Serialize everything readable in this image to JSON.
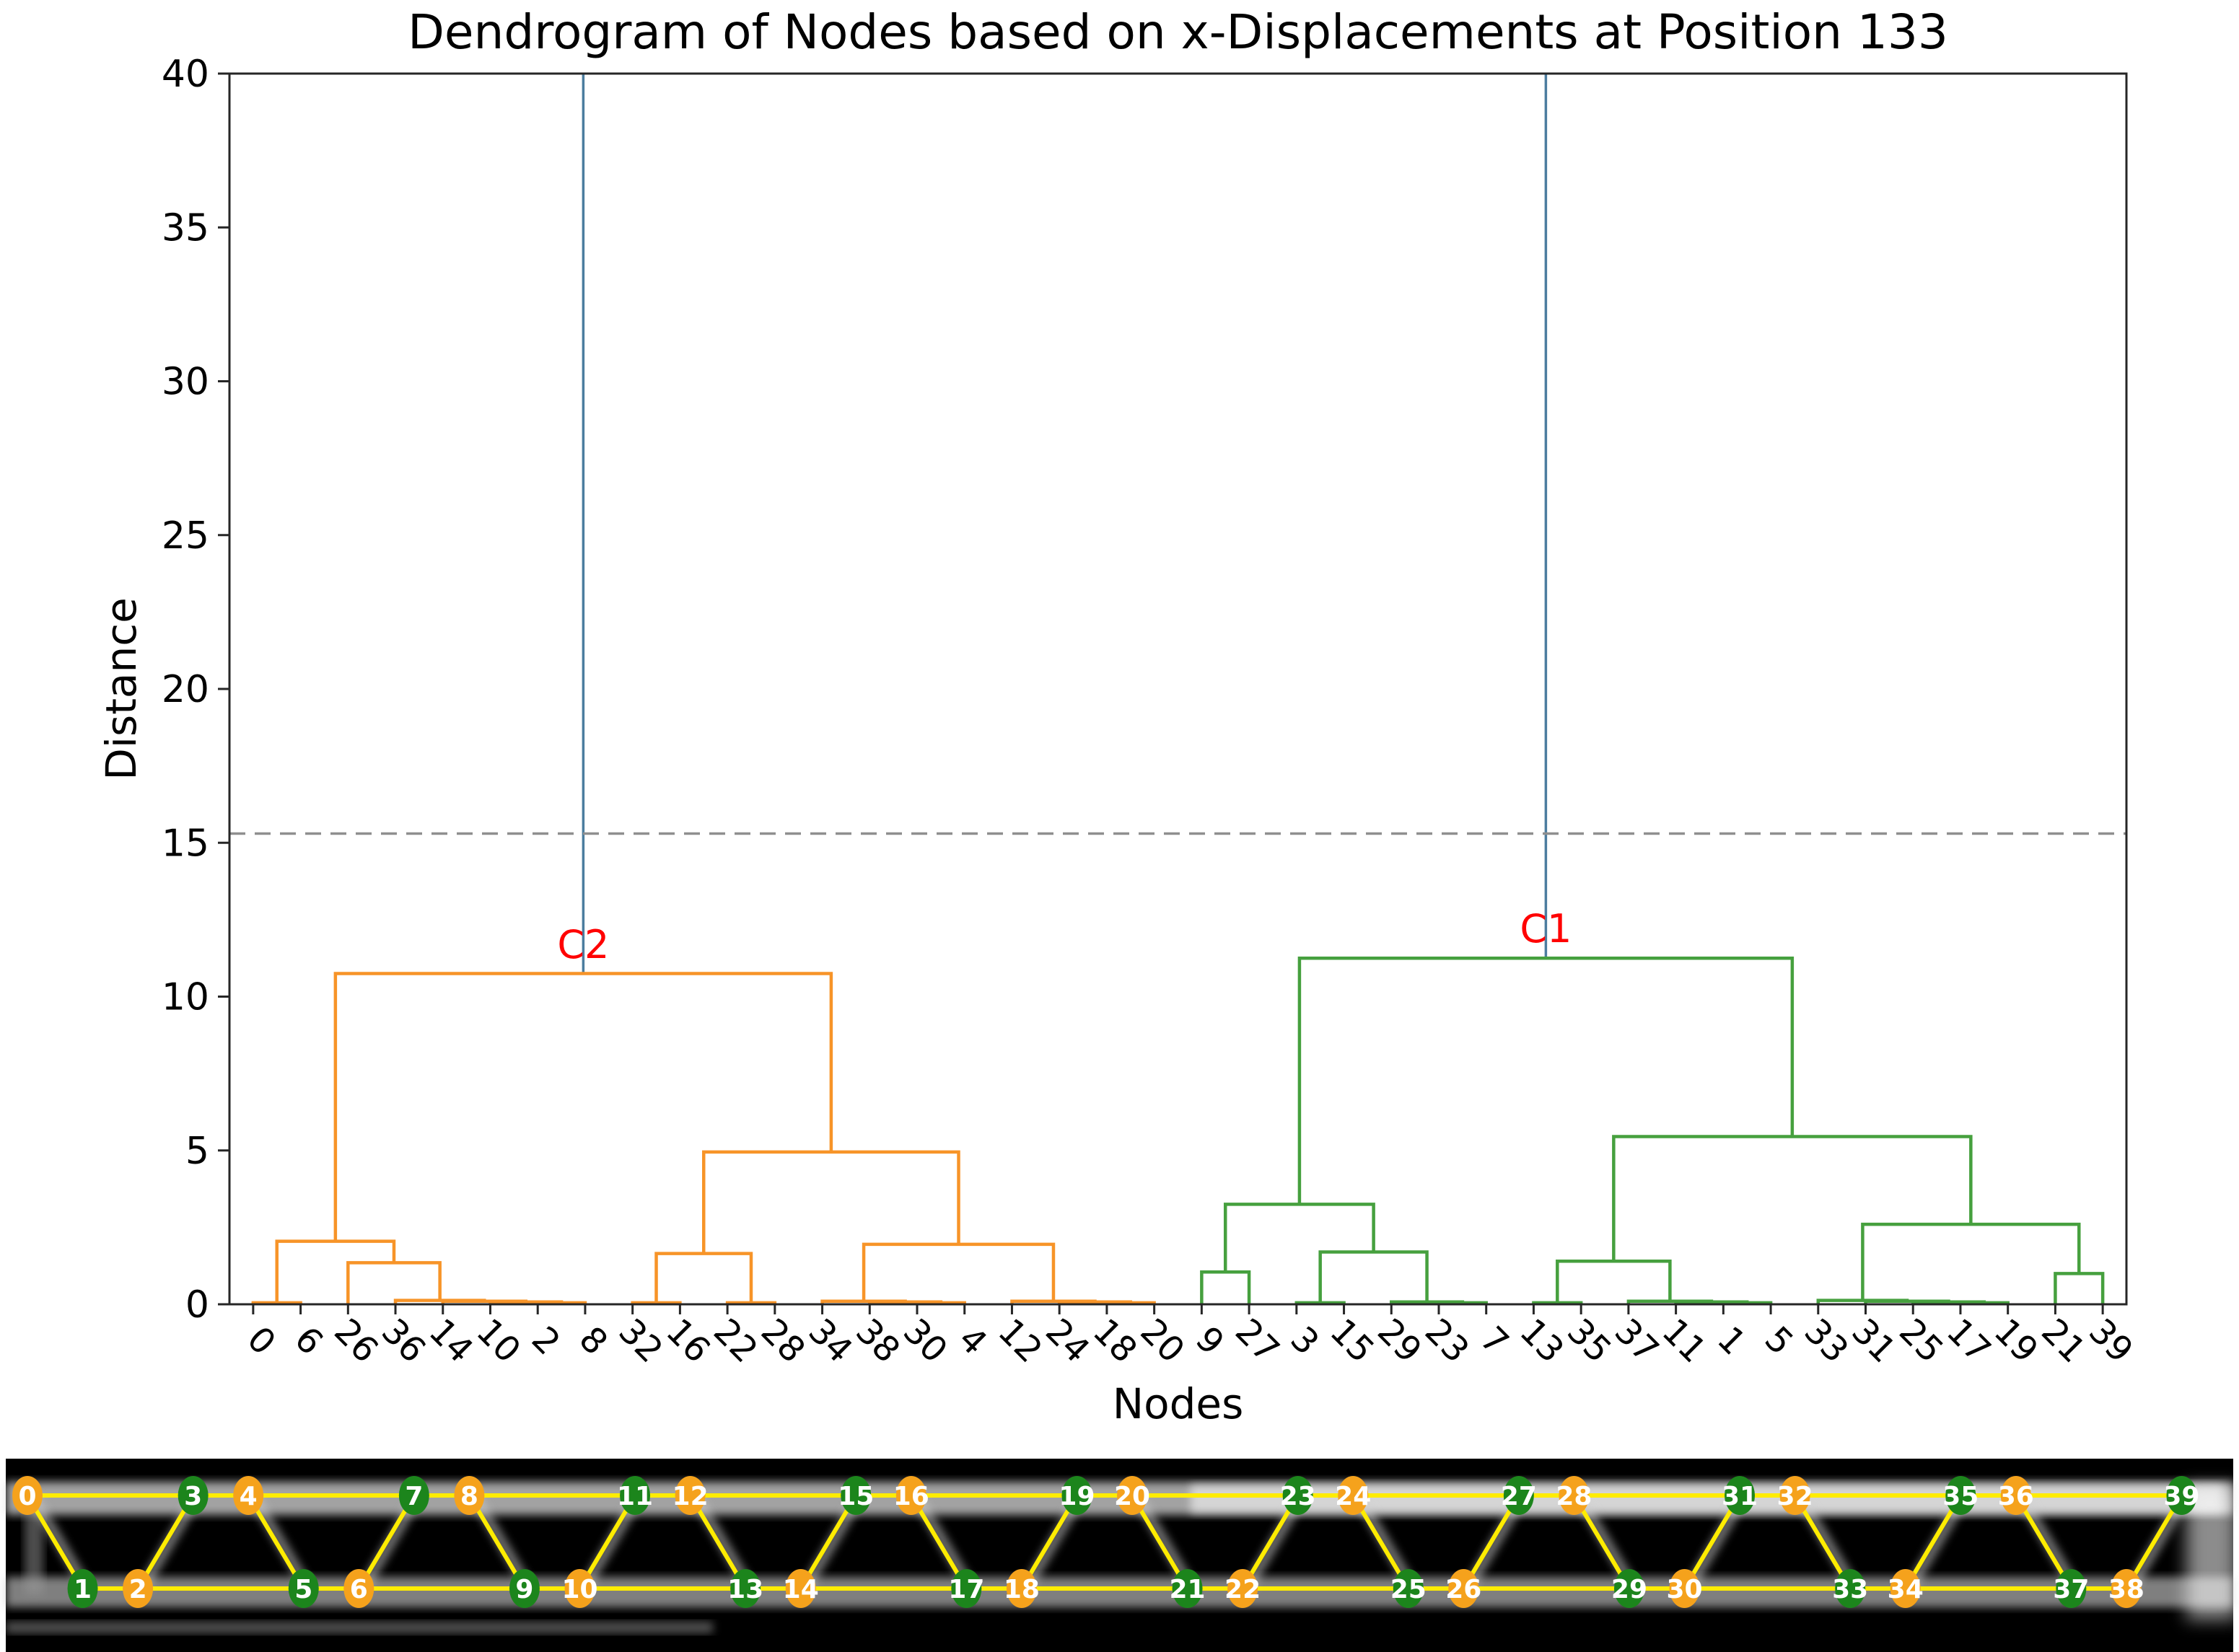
{
  "chart_data": {
    "type": "dendrogram",
    "title": "Dendrogram of Nodes based on x-Displacements at Position 133",
    "xlabel": "Nodes",
    "ylabel": "Distance",
    "ylim": [
      0,
      40
    ],
    "y_ticks": [
      "0",
      "5",
      "10",
      "15",
      "20",
      "25",
      "30",
      "35",
      "40"
    ],
    "grid": "off",
    "threshold_line": {
      "value": 15.3,
      "style": "dashed",
      "color": "#8f8f8f"
    },
    "above_threshold_color": "#4c7d9f",
    "leaves_order": [
      "0",
      "6",
      "26",
      "36",
      "14",
      "10",
      "2",
      "8",
      "32",
      "16",
      "22",
      "28",
      "34",
      "38",
      "30",
      "4",
      "12",
      "24",
      "18",
      "20",
      "9",
      "27",
      "3",
      "15",
      "29",
      "23",
      "7",
      "13",
      "35",
      "37",
      "11",
      "1",
      "5",
      "33",
      "31",
      "25",
      "17",
      "19",
      "21",
      "39"
    ],
    "clusters": [
      {
        "label": "C2",
        "label_color": "#ff0000",
        "color": "#f79428",
        "leaves": [
          "0",
          "6",
          "26",
          "36",
          "14",
          "10",
          "2",
          "8",
          "32",
          "16",
          "22",
          "28",
          "34",
          "38",
          "30",
          "4",
          "12",
          "24",
          "18",
          "20"
        ],
        "tree": {
          "h": 10.75,
          "children": [
            {
              "h": 2.05,
              "children": [
                {
                  "chain": [
                    "0",
                    "6"
                  ]
                },
                {
                  "h": 1.35,
                  "children": [
                    {
                      "leaf": "26"
                    },
                    {
                      "chain": [
                        "36",
                        "14",
                        "10",
                        "2",
                        "8"
                      ]
                    }
                  ]
                }
              ]
            },
            {
              "h": 4.95,
              "children": [
                {
                  "h": 1.65,
                  "children": [
                    {
                      "chain": [
                        "32",
                        "16"
                      ]
                    },
                    {
                      "chain": [
                        "22",
                        "28"
                      ]
                    }
                  ]
                },
                {
                  "h": 1.95,
                  "children": [
                    {
                      "chain": [
                        "34",
                        "38",
                        "30",
                        "4"
                      ]
                    },
                    {
                      "chain": [
                        "12",
                        "24",
                        "18",
                        "20"
                      ]
                    }
                  ]
                }
              ]
            }
          ]
        }
      },
      {
        "label": "C1",
        "label_color": "#ff0000",
        "color": "#46a03e",
        "leaves": [
          "9",
          "27",
          "3",
          "15",
          "29",
          "23",
          "7",
          "13",
          "35",
          "37",
          "11",
          "1",
          "5",
          "33",
          "31",
          "25",
          "17",
          "19",
          "21",
          "39"
        ],
        "tree": {
          "h": 11.25,
          "children": [
            {
              "h": 3.25,
              "children": [
                {
                  "h": 1.05,
                  "children": [
                    {
                      "leaf": "9"
                    },
                    {
                      "leaf": "27"
                    }
                  ]
                },
                {
                  "h": 1.7,
                  "children": [
                    {
                      "chain": [
                        "3",
                        "15"
                      ]
                    },
                    {
                      "chain": [
                        "29",
                        "23",
                        "7"
                      ]
                    }
                  ]
                }
              ]
            },
            {
              "h": 5.45,
              "children": [
                {
                  "h": 1.4,
                  "children": [
                    {
                      "chain": [
                        "13",
                        "35"
                      ]
                    },
                    {
                      "chain": [
                        "37",
                        "11",
                        "1",
                        "5"
                      ]
                    }
                  ]
                },
                {
                  "h": 2.6,
                  "children": [
                    {
                      "chain": [
                        "33",
                        "31",
                        "25",
                        "17",
                        "19"
                      ]
                    },
                    {
                      "h": 1.0,
                      "children": [
                        {
                          "leaf": "21"
                        },
                        {
                          "leaf": "39"
                        }
                      ]
                    }
                  ]
                }
              ]
            }
          ]
        }
      }
    ]
  },
  "truss": {
    "node_colors": {
      "orange": "#f5a21c",
      "green": "#1c851c"
    },
    "edge_color": "#ffec00",
    "number_color": "#ffffff",
    "nodes": [
      {
        "id": "0",
        "row": "top",
        "color": "orange"
      },
      {
        "id": "1",
        "row": "bottom",
        "color": "green"
      },
      {
        "id": "2",
        "row": "bottom",
        "color": "orange"
      },
      {
        "id": "3",
        "row": "top",
        "color": "green"
      },
      {
        "id": "4",
        "row": "top",
        "color": "orange"
      },
      {
        "id": "5",
        "row": "bottom",
        "color": "green"
      },
      {
        "id": "6",
        "row": "bottom",
        "color": "orange"
      },
      {
        "id": "7",
        "row": "top",
        "color": "green"
      },
      {
        "id": "8",
        "row": "top",
        "color": "orange"
      },
      {
        "id": "9",
        "row": "bottom",
        "color": "green"
      },
      {
        "id": "10",
        "row": "bottom",
        "color": "orange"
      },
      {
        "id": "11",
        "row": "top",
        "color": "green"
      },
      {
        "id": "12",
        "row": "top",
        "color": "orange"
      },
      {
        "id": "13",
        "row": "bottom",
        "color": "green"
      },
      {
        "id": "14",
        "row": "bottom",
        "color": "orange"
      },
      {
        "id": "15",
        "row": "top",
        "color": "green"
      },
      {
        "id": "16",
        "row": "top",
        "color": "orange"
      },
      {
        "id": "17",
        "row": "bottom",
        "color": "green"
      },
      {
        "id": "18",
        "row": "bottom",
        "color": "orange"
      },
      {
        "id": "19",
        "row": "top",
        "color": "green"
      },
      {
        "id": "20",
        "row": "top",
        "color": "orange"
      },
      {
        "id": "21",
        "row": "bottom",
        "color": "green"
      },
      {
        "id": "22",
        "row": "bottom",
        "color": "orange"
      },
      {
        "id": "23",
        "row": "top",
        "color": "green"
      },
      {
        "id": "24",
        "row": "top",
        "color": "orange"
      },
      {
        "id": "25",
        "row": "bottom",
        "color": "green"
      },
      {
        "id": "26",
        "row": "bottom",
        "color": "orange"
      },
      {
        "id": "27",
        "row": "top",
        "color": "green"
      },
      {
        "id": "28",
        "row": "top",
        "color": "orange"
      },
      {
        "id": "29",
        "row": "bottom",
        "color": "green"
      },
      {
        "id": "30",
        "row": "bottom",
        "color": "orange"
      },
      {
        "id": "31",
        "row": "top",
        "color": "green"
      },
      {
        "id": "32",
        "row": "top",
        "color": "orange"
      },
      {
        "id": "33",
        "row": "bottom",
        "color": "green"
      },
      {
        "id": "34",
        "row": "bottom",
        "color": "orange"
      },
      {
        "id": "35",
        "row": "top",
        "color": "green"
      },
      {
        "id": "36",
        "row": "top",
        "color": "orange"
      },
      {
        "id": "37",
        "row": "bottom",
        "color": "green"
      },
      {
        "id": "38",
        "row": "bottom",
        "color": "orange"
      },
      {
        "id": "39",
        "row": "top",
        "color": "green"
      }
    ],
    "edges": [
      [
        0,
        1
      ],
      [
        1,
        2
      ],
      [
        2,
        3
      ],
      [
        3,
        4
      ],
      [
        4,
        5
      ],
      [
        5,
        6
      ],
      [
        6,
        7
      ],
      [
        7,
        8
      ],
      [
        8,
        9
      ],
      [
        9,
        10
      ],
      [
        10,
        11
      ],
      [
        11,
        12
      ],
      [
        12,
        13
      ],
      [
        13,
        14
      ],
      [
        14,
        15
      ],
      [
        15,
        16
      ],
      [
        16,
        17
      ],
      [
        17,
        18
      ],
      [
        18,
        19
      ],
      [
        19,
        20
      ],
      [
        20,
        21
      ],
      [
        21,
        22
      ],
      [
        22,
        23
      ],
      [
        23,
        24
      ],
      [
        24,
        25
      ],
      [
        25,
        26
      ],
      [
        26,
        27
      ],
      [
        27,
        28
      ],
      [
        28,
        29
      ],
      [
        29,
        30
      ],
      [
        30,
        31
      ],
      [
        31,
        32
      ],
      [
        32,
        33
      ],
      [
        33,
        34
      ],
      [
        34,
        35
      ],
      [
        35,
        36
      ],
      [
        36,
        37
      ],
      [
        37,
        38
      ],
      [
        38,
        39
      ],
      [
        0,
        3
      ],
      [
        2,
        5
      ],
      [
        4,
        7
      ],
      [
        6,
        9
      ],
      [
        8,
        11
      ],
      [
        10,
        13
      ],
      [
        12,
        15
      ],
      [
        14,
        17
      ],
      [
        16,
        19
      ],
      [
        18,
        21
      ],
      [
        20,
        23
      ],
      [
        22,
        25
      ],
      [
        24,
        27
      ],
      [
        26,
        29
      ],
      [
        28,
        31
      ],
      [
        30,
        33
      ],
      [
        32,
        35
      ],
      [
        34,
        37
      ],
      [
        36,
        39
      ]
    ]
  }
}
